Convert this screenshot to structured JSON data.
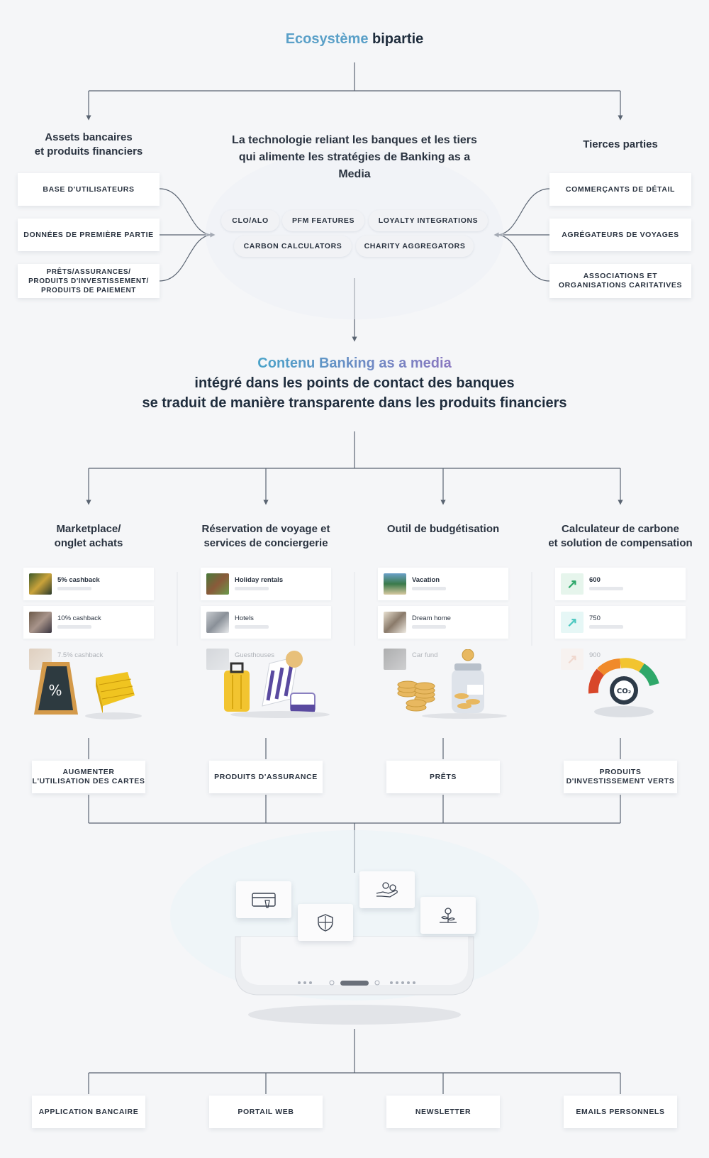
{
  "header": {
    "title_part1": "Ecosystème",
    "title_part2": "bipartie"
  },
  "top": {
    "left_heading": "Assets bancaires\net produits financiers",
    "center_heading": "La technologie reliant les banques et les tiers qui alimente les stratégies de Banking as a Media",
    "right_heading": "Tierces parties",
    "left_boxes": [
      "BASE D'UTILISATEURS",
      "DONNÉES DE PREMIÈRE PARTIE",
      "PRÊTS/ASSURANCES/\nPRODUITS D'INVESTISSEMENT/\nPRODUITS DE PAIEMENT"
    ],
    "right_boxes": [
      "COMMERÇANTS DE DÉTAIL",
      "AGRÉGATEURS DE VOYAGES",
      "ASSOCIATIONS ET\nORGANISATIONS CARITATIVES"
    ],
    "pills_row1": [
      "CLO/ALO",
      "PFM FEATURES",
      "LOYALTY INTEGRATIONS"
    ],
    "pills_row2": [
      "CARBON CALCULATORS",
      "CHARITY AGGREGATORS"
    ]
  },
  "middle": {
    "title_colored": "Contenu Banking as a media",
    "line2": "intégré dans les points de contact des banques",
    "line3": "se traduit de manière transparente dans les produits financiers"
  },
  "columns": [
    {
      "heading": "Marketplace/\nonglet achats",
      "rows": [
        "5% cashback",
        "10% cashback",
        "7.5% cashback"
      ],
      "product": "AUGMENTER\nL'UTILISATION DES CARTES"
    },
    {
      "heading": "Réservation de voyage et\nservices de conciergerie",
      "rows": [
        "Holiday rentals",
        "Hotels",
        "Guesthouses"
      ],
      "product": "PRODUITS D'ASSURANCE"
    },
    {
      "heading": "Outil de budgétisation",
      "rows": [
        "Vacation",
        "Dream home",
        "Car fund"
      ],
      "product": "PRÊTS"
    },
    {
      "heading": "Calculateur de carbone\net solution de compensation",
      "rows": [
        "600",
        "750",
        "900"
      ],
      "product": "PRODUITS\nD'INVESTISSEMENT VERTS"
    }
  ],
  "co2_label": "CO₂",
  "channels": [
    "APPLICATION BANCAIRE",
    "PORTAIL WEB",
    "NEWSLETTER",
    "EMAILS PERSONNELS"
  ],
  "colors": {
    "accent_blue": "#5aa0c8",
    "accent_purple": "#8a78c0",
    "line": "#5a6472",
    "background": "#f5f6f8"
  },
  "icons": [
    "card-icon",
    "shield-icon",
    "hand-coins-icon",
    "plant-icon"
  ]
}
